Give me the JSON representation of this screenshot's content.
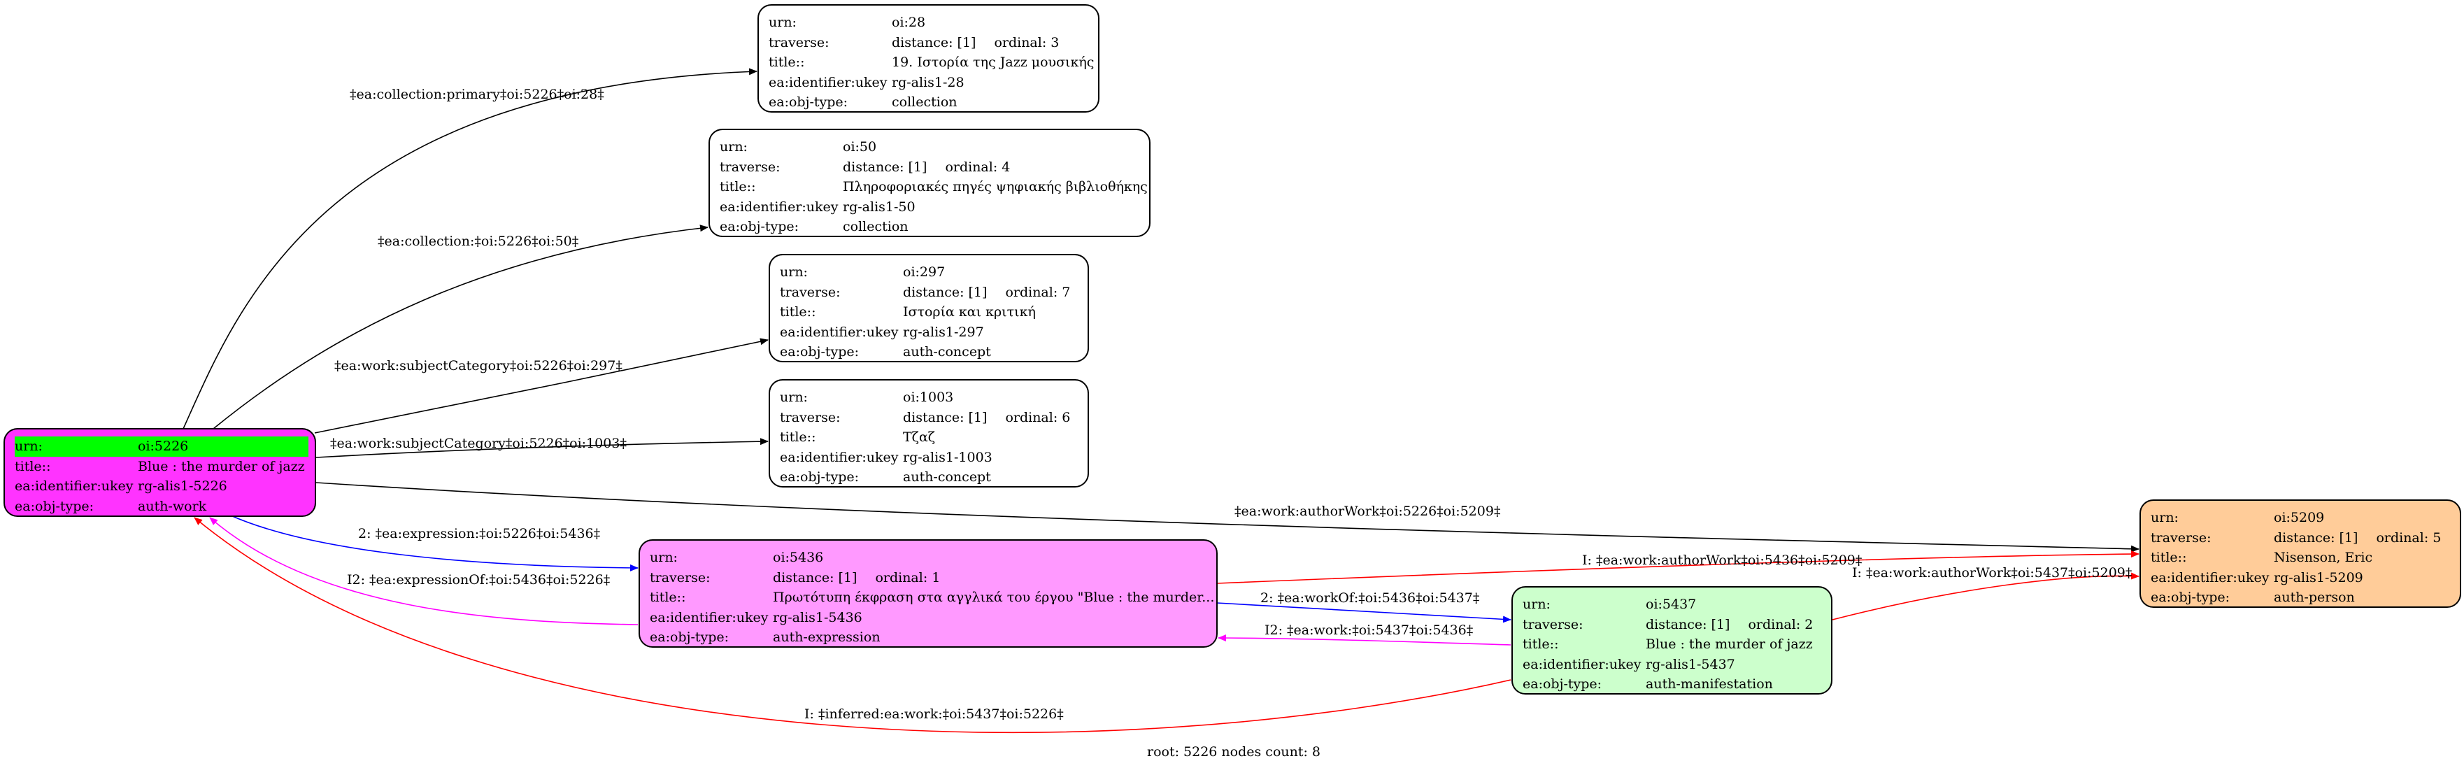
{
  "colors": {
    "root_fill": "#ff33ff",
    "root_highlight": "#00ff00",
    "expression_fill": "#ff99ff",
    "manifestation_fill": "#ccffcc",
    "person_fill": "#ffcc99",
    "default_fill": "#ffffff",
    "edge_black": "#000000",
    "edge_blue": "#0000ff",
    "edge_magenta": "#ff00ff",
    "edge_red": "#ff0000"
  },
  "nodes": {
    "n28": {
      "urn_key": "urn:",
      "urn": "oi:28",
      "traverse_key": "traverse:",
      "distance": "distance: [1]",
      "ordinal": "ordinal: 3",
      "title_key": "title::",
      "title": "19. Ιστορία της Jazz μουσικής",
      "ukey_key": "ea:identifier:ukey",
      "ukey": "rg-alis1-28",
      "type_key": "ea:obj-type:",
      "type": "collection"
    },
    "n50": {
      "urn_key": "urn:",
      "urn": "oi:50",
      "traverse_key": "traverse:",
      "distance": "distance: [1]",
      "ordinal": "ordinal: 4",
      "title_key": "title::",
      "title": "Πληροφοριακές πηγές ψηφιακής βιβλιοθήκης",
      "ukey_key": "ea:identifier:ukey",
      "ukey": "rg-alis1-50",
      "type_key": "ea:obj-type:",
      "type": "collection"
    },
    "n297": {
      "urn_key": "urn:",
      "urn": "oi:297",
      "traverse_key": "traverse:",
      "distance": "distance: [1]",
      "ordinal": "ordinal: 7",
      "title_key": "title::",
      "title": "Ιστορία και κριτική",
      "ukey_key": "ea:identifier:ukey",
      "ukey": "rg-alis1-297",
      "type_key": "ea:obj-type:",
      "type": "auth-concept"
    },
    "n1003": {
      "urn_key": "urn:",
      "urn": "oi:1003",
      "traverse_key": "traverse:",
      "distance": "distance: [1]",
      "ordinal": "ordinal: 6",
      "title_key": "title::",
      "title": "Τζαζ",
      "ukey_key": "ea:identifier:ukey",
      "ukey": "rg-alis1-1003",
      "type_key": "ea:obj-type:",
      "type": "auth-concept"
    },
    "n5226": {
      "urn_key": "urn:",
      "urn": "oi:5226",
      "title_key": "title::",
      "title": "Blue : the murder of jazz",
      "ukey_key": "ea:identifier:ukey",
      "ukey": "rg-alis1-5226",
      "type_key": "ea:obj-type:",
      "type": "auth-work"
    },
    "n5436": {
      "urn_key": "urn:",
      "urn": "oi:5436",
      "traverse_key": "traverse:",
      "distance": "distance: [1]",
      "ordinal": "ordinal: 1",
      "title_key": "title::",
      "title": "Πρωτότυπη έκφραση στα αγγλικά του έργου \"Blue : the murder...",
      "ukey_key": "ea:identifier:ukey",
      "ukey": "rg-alis1-5436",
      "type_key": "ea:obj-type:",
      "type": "auth-expression"
    },
    "n5437": {
      "urn_key": "urn:",
      "urn": "oi:5437",
      "traverse_key": "traverse:",
      "distance": "distance: [1]",
      "ordinal": "ordinal: 2",
      "title_key": "title::",
      "title": "Blue : the murder of jazz",
      "ukey_key": "ea:identifier:ukey",
      "ukey": "rg-alis1-5437",
      "type_key": "ea:obj-type:",
      "type": "auth-manifestation"
    },
    "n5209": {
      "urn_key": "urn:",
      "urn": "oi:5209",
      "traverse_key": "traverse:",
      "distance": "distance: [1]",
      "ordinal": "ordinal: 5",
      "title_key": "title::",
      "title": "Nisenson, Eric",
      "ukey_key": "ea:identifier:ukey",
      "ukey": "rg-alis1-5209",
      "type_key": "ea:obj-type:",
      "type": "auth-person"
    }
  },
  "edges": [
    {
      "id": "e28",
      "from": "oi:5226",
      "to": "oi:28",
      "color": "black",
      "label": "‡ea:collection:primary‡oi:5226‡oi:28‡"
    },
    {
      "id": "e50",
      "from": "oi:5226",
      "to": "oi:50",
      "color": "black",
      "label": "‡ea:collection:‡oi:5226‡oi:50‡"
    },
    {
      "id": "e297",
      "from": "oi:5226",
      "to": "oi:297",
      "color": "black",
      "label": "‡ea:work:subjectCategory‡oi:5226‡oi:297‡"
    },
    {
      "id": "e1003",
      "from": "oi:5226",
      "to": "oi:1003",
      "color": "black",
      "label": "‡ea:work:subjectCategory‡oi:5226‡oi:1003‡"
    },
    {
      "id": "e5209",
      "from": "oi:5226",
      "to": "oi:5209",
      "color": "black",
      "label": "‡ea:work:authorWork‡oi:5226‡oi:5209‡"
    },
    {
      "id": "e5436",
      "from": "oi:5226",
      "to": "oi:5436",
      "color": "blue",
      "label": "2: ‡ea:expression:‡oi:5226‡oi:5436‡"
    },
    {
      "id": "e5436b",
      "from": "oi:5436",
      "to": "oi:5226",
      "color": "magenta",
      "label": "I2: ‡ea:expressionOf:‡oi:5436‡oi:5226‡"
    },
    {
      "id": "e5436_5209",
      "from": "oi:5436",
      "to": "oi:5209",
      "color": "red",
      "label": "I: ‡ea:work:authorWork‡oi:5436‡oi:5209‡"
    },
    {
      "id": "e5436_5437",
      "from": "oi:5436",
      "to": "oi:5437",
      "color": "blue",
      "label": "2: ‡ea:workOf:‡oi:5436‡oi:5437‡"
    },
    {
      "id": "e5437_5436",
      "from": "oi:5437",
      "to": "oi:5436",
      "color": "magenta",
      "label": "I2: ‡ea:work:‡oi:5437‡oi:5436‡"
    },
    {
      "id": "e5437_5209",
      "from": "oi:5437",
      "to": "oi:5209",
      "color": "red",
      "label": "I: ‡ea:work:authorWork‡oi:5437‡oi:5209‡"
    },
    {
      "id": "e5437_5226",
      "from": "oi:5437",
      "to": "oi:5226",
      "color": "red",
      "label": "I: ‡inferred:ea:work:‡oi:5437‡oi:5226‡"
    }
  ],
  "footer": "root: 5226 nodes count: 8"
}
